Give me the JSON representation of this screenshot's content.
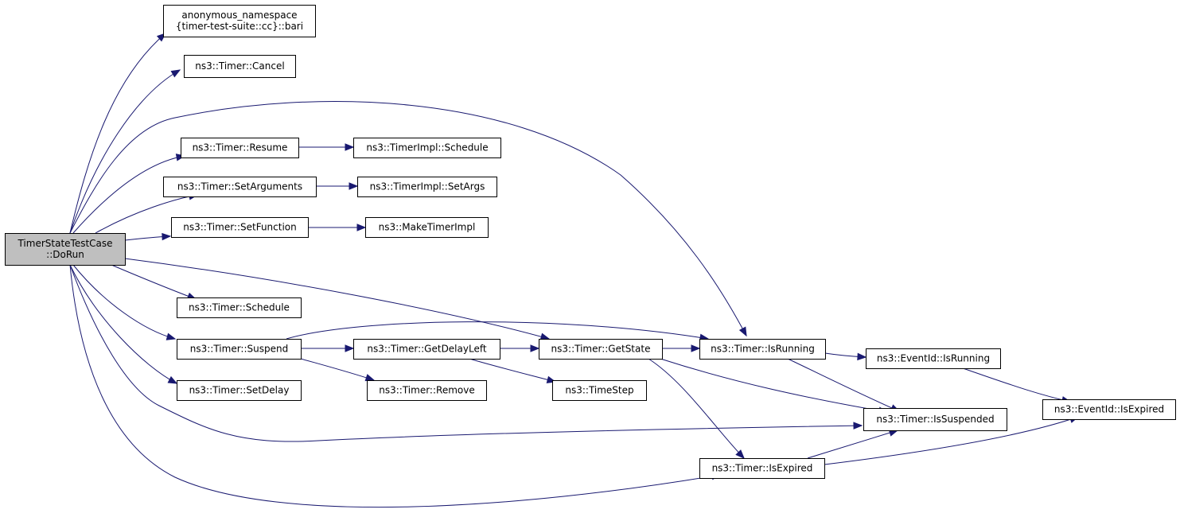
{
  "nodes": {
    "root": [
      "TimerStateTestCase",
      "::DoRun"
    ],
    "bari": [
      "anonymous_namespace",
      "{timer-test-suite::cc}::bari"
    ],
    "cancel": [
      "ns3::Timer::Cancel"
    ],
    "resume": [
      "ns3::Timer::Resume"
    ],
    "impl_schedule": [
      "ns3::TimerImpl::Schedule"
    ],
    "set_arguments": [
      "ns3::Timer::SetArguments"
    ],
    "impl_setargs": [
      "ns3::TimerImpl::SetArgs"
    ],
    "set_function": [
      "ns3::Timer::SetFunction"
    ],
    "make_timer_impl": [
      "ns3::MakeTimerImpl"
    ],
    "schedule": [
      "ns3::Timer::Schedule"
    ],
    "suspend": [
      "ns3::Timer::Suspend"
    ],
    "get_delay_left": [
      "ns3::Timer::GetDelayLeft"
    ],
    "get_state": [
      "ns3::Timer::GetState"
    ],
    "is_running": [
      "ns3::Timer::IsRunning"
    ],
    "eventid_is_running": [
      "ns3::EventId::IsRunning"
    ],
    "set_delay": [
      "ns3::Timer::SetDelay"
    ],
    "remove": [
      "ns3::Timer::Remove"
    ],
    "time_step": [
      "ns3::TimeStep"
    ],
    "is_suspended": [
      "ns3::Timer::IsSuspended"
    ],
    "eventid_is_expired": [
      "ns3::EventId::IsExpired"
    ],
    "is_expired": [
      "ns3::Timer::IsExpired"
    ]
  },
  "edges": [
    [
      "root",
      "bari"
    ],
    [
      "root",
      "cancel"
    ],
    [
      "root",
      "is_running"
    ],
    [
      "root",
      "resume"
    ],
    [
      "root",
      "set_arguments"
    ],
    [
      "root",
      "set_function"
    ],
    [
      "root",
      "schedule"
    ],
    [
      "root",
      "get_state"
    ],
    [
      "root",
      "suspend"
    ],
    [
      "root",
      "set_delay"
    ],
    [
      "root",
      "is_suspended"
    ],
    [
      "root",
      "is_expired"
    ],
    [
      "resume",
      "impl_schedule"
    ],
    [
      "set_arguments",
      "impl_setargs"
    ],
    [
      "set_function",
      "make_timer_impl"
    ],
    [
      "suspend",
      "is_running"
    ],
    [
      "suspend",
      "get_delay_left"
    ],
    [
      "suspend",
      "remove"
    ],
    [
      "get_delay_left",
      "get_state"
    ],
    [
      "get_delay_left",
      "time_step"
    ],
    [
      "get_state",
      "is_running"
    ],
    [
      "get_state",
      "is_suspended"
    ],
    [
      "get_state",
      "is_expired"
    ],
    [
      "is_running",
      "eventid_is_running"
    ],
    [
      "is_running",
      "is_suspended"
    ],
    [
      "eventid_is_running",
      "eventid_is_expired"
    ],
    [
      "is_expired",
      "is_suspended"
    ],
    [
      "is_expired",
      "eventid_is_expired"
    ]
  ]
}
